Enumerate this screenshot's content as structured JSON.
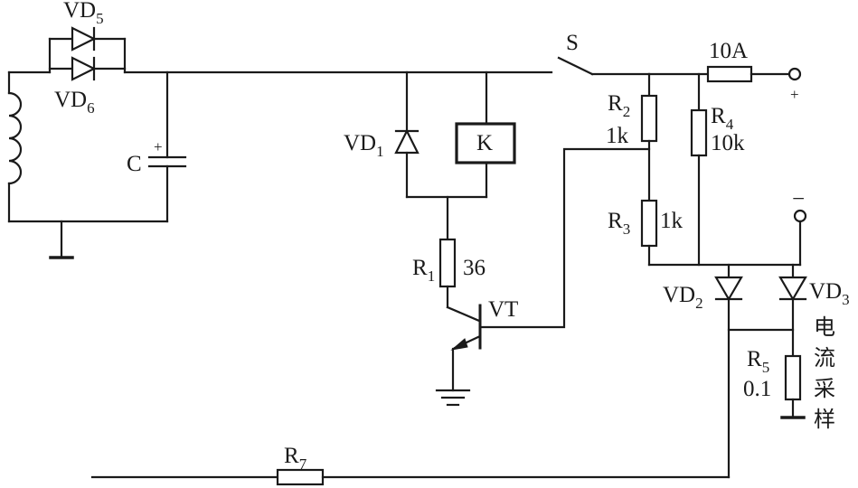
{
  "labels": {
    "vd5": {
      "main": "VD",
      "sub": "5"
    },
    "vd6": {
      "main": "VD",
      "sub": "6"
    },
    "vd1": {
      "main": "VD",
      "sub": "1"
    },
    "vd2": {
      "main": "VD",
      "sub": "2"
    },
    "vd3": {
      "main": "VD",
      "sub": "3"
    },
    "c": "C",
    "c_plus": "+",
    "k": "K",
    "r1": {
      "main": "R",
      "sub": "1",
      "value": "36"
    },
    "r2": {
      "main": "R",
      "sub": "2",
      "value": "1k"
    },
    "r3": {
      "main": "R",
      "sub": "3",
      "value": "1k"
    },
    "r4": {
      "main": "R",
      "sub": "4",
      "value": "10k"
    },
    "r5": {
      "main": "R",
      "sub": "5",
      "value": "0.1"
    },
    "r7": {
      "main": "R",
      "sub": "7"
    },
    "vt": "VT",
    "s": "S",
    "fuse": "10A",
    "plus_terminal": "+",
    "minus_terminal": "−",
    "current_sampling": [
      "电",
      "流",
      "采",
      "样"
    ]
  }
}
